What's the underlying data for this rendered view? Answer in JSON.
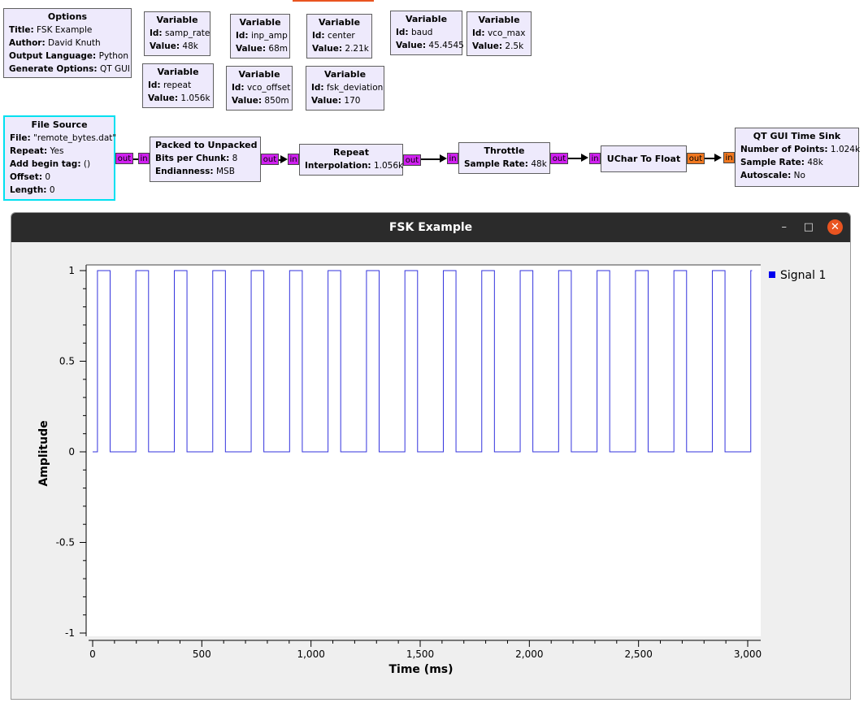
{
  "options_block": {
    "title": "Options",
    "rows": [
      {
        "k": "Title:",
        "v": "FSK Example"
      },
      {
        "k": "Author:",
        "v": "David Knuth"
      },
      {
        "k": "Output Language:",
        "v": "Python"
      },
      {
        "k": "Generate Options:",
        "v": "QT GUI"
      }
    ]
  },
  "variables": [
    {
      "title": "Variable",
      "id": "samp_rate",
      "value": "48k"
    },
    {
      "title": "Variable",
      "id": "inp_amp",
      "value": "68m"
    },
    {
      "title": "Variable",
      "id": "center",
      "value": "2.21k"
    },
    {
      "title": "Variable",
      "id": "baud",
      "value": "45.4545"
    },
    {
      "title": "Variable",
      "id": "vco_max",
      "value": "2.5k"
    },
    {
      "title": "Variable",
      "id": "repeat",
      "value": "1.056k"
    },
    {
      "title": "Variable",
      "id": "vco_offset",
      "value": "850m"
    },
    {
      "title": "Variable",
      "id": "fsk_deviation",
      "value": "170"
    }
  ],
  "labels": {
    "id": "Id:",
    "value": "Value:"
  },
  "file_source": {
    "title": "File Source",
    "rows": [
      {
        "k": "File:",
        "v": "\"remote_bytes.dat\""
      },
      {
        "k": "Repeat:",
        "v": "Yes"
      },
      {
        "k": "Add begin tag:",
        "v": "()"
      },
      {
        "k": "Offset:",
        "v": "0"
      },
      {
        "k": "Length:",
        "v": "0"
      }
    ]
  },
  "packed": {
    "title": "Packed to Unpacked",
    "rows": [
      {
        "k": "Bits per Chunk:",
        "v": "8"
      },
      {
        "k": "Endianness:",
        "v": "MSB"
      }
    ]
  },
  "repeat_block": {
    "title": "Repeat",
    "rows": [
      {
        "k": "Interpolation:",
        "v": "1.056k"
      }
    ]
  },
  "throttle": {
    "title": "Throttle",
    "rows": [
      {
        "k": "Sample Rate:",
        "v": "48k"
      }
    ]
  },
  "uchar": {
    "title": "UChar To Float"
  },
  "time_sink": {
    "title": "QT GUI Time Sink",
    "rows": [
      {
        "k": "Number of Points:",
        "v": "1.024k"
      },
      {
        "k": "Sample Rate:",
        "v": "48k"
      },
      {
        "k": "Autoscale:",
        "v": "No"
      }
    ]
  },
  "ports": {
    "out": "out",
    "in": "in"
  },
  "colors": {
    "port_byte": "#d020f0",
    "port_float": "#f07820",
    "signal": "#3333dd",
    "block_bg": "#eeeafc",
    "close_button": "#e95420"
  },
  "window": {
    "title": "FSK Example",
    "minimize": "–",
    "maximize": "□",
    "close": "✕"
  },
  "chart_data": {
    "type": "line",
    "xlabel": "Time (ms)",
    "ylabel": "Amplitude",
    "xlim": [
      0,
      3050
    ],
    "ylim": [
      -1,
      1
    ],
    "xticks": [
      0,
      500,
      1000,
      1500,
      2000,
      2500,
      3000
    ],
    "xtick_labels": [
      "0",
      "500",
      "1,000",
      "1,500",
      "2,000",
      "2,500",
      "3,000"
    ],
    "yticks": [
      1,
      0.5,
      0,
      -0.5,
      -1
    ],
    "ytick_labels": [
      "1",
      "0.5",
      "0",
      "-0.5",
      "-1"
    ],
    "legend": "top-right",
    "series": [
      {
        "name": "Signal 1",
        "pulses_high_ms": [
          [
            22,
            80
          ],
          [
            198,
            256
          ],
          [
            374,
            432
          ],
          [
            550,
            608
          ],
          [
            726,
            784
          ],
          [
            902,
            960
          ],
          [
            1078,
            1136
          ],
          [
            1254,
            1312
          ],
          [
            1430,
            1488
          ],
          [
            1606,
            1664
          ],
          [
            1782,
            1840
          ],
          [
            1958,
            2016
          ],
          [
            2134,
            2192
          ],
          [
            2310,
            2368
          ],
          [
            2486,
            2544
          ],
          [
            2662,
            2720
          ],
          [
            2838,
            2896
          ],
          [
            3014,
            3020
          ]
        ],
        "x_start": 0,
        "x_end": 3020
      }
    ]
  }
}
